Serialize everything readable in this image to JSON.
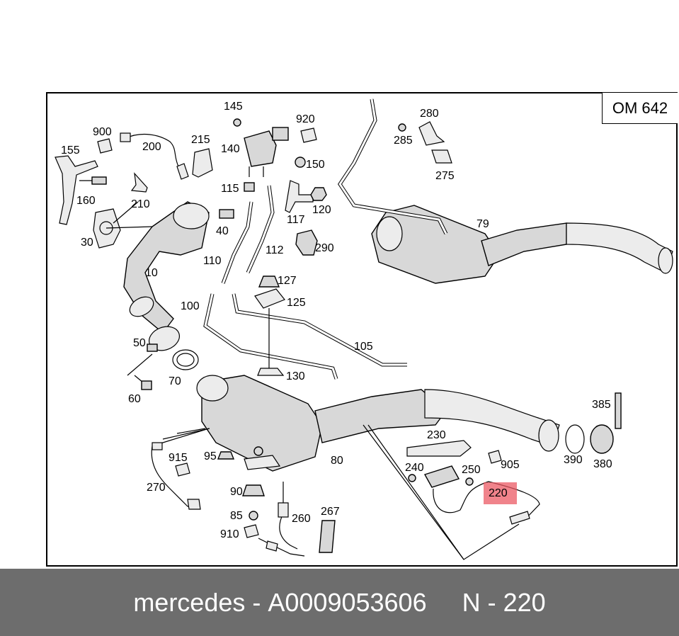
{
  "engine_code": "OM 642",
  "footer": {
    "brand": "mercedes",
    "part_number": "A0009053606",
    "reference": "N - 220"
  },
  "highlight_color": "#e95a64",
  "part_labels": {
    "p145": "145",
    "p920": "920",
    "p900": "900",
    "p200": "200",
    "p215": "215",
    "p140": "140",
    "p150": "150",
    "p155": "155",
    "p160": "160",
    "p210": "210",
    "p115": "115",
    "p117": "117",
    "p120": "120",
    "p290": "290",
    "p30": "30",
    "p40": "40",
    "p10": "10",
    "p110": "110",
    "p112": "112",
    "p127": "127",
    "p125": "125",
    "p100": "100",
    "p105": "105",
    "p50": "50",
    "p70": "70",
    "p60": "60",
    "p130": "130",
    "p280": "280",
    "p285": "285",
    "p275": "275",
    "p79": "79",
    "p385": "385",
    "p230": "230",
    "p905": "905",
    "p390": "390",
    "p380": "380",
    "p915": "915",
    "p95": "95",
    "p80": "80",
    "p240": "240",
    "p250": "250",
    "p220": "220",
    "p270": "270",
    "p90": "90",
    "p85": "85",
    "p260": "260",
    "p267": "267",
    "p910": "910"
  }
}
